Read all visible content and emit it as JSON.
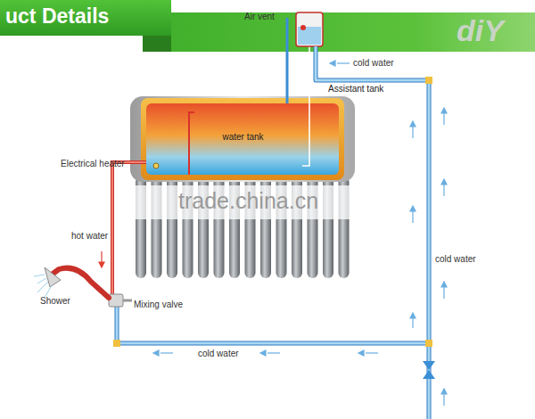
{
  "diagram": {
    "nodes": [
      {
        "text": [
          "water tank"
        ]
      },
      {
        "text": [
          "Assistant tank"
        ]
      }
    ],
    "labels": [
      "uct Details",
      "diY",
      "Air vent",
      "cold water",
      "Electrical heater",
      "trade.china.cn",
      "hot water",
      "Shower",
      "Mixing valve",
      "cold water",
      "cold water"
    ]
  }
}
